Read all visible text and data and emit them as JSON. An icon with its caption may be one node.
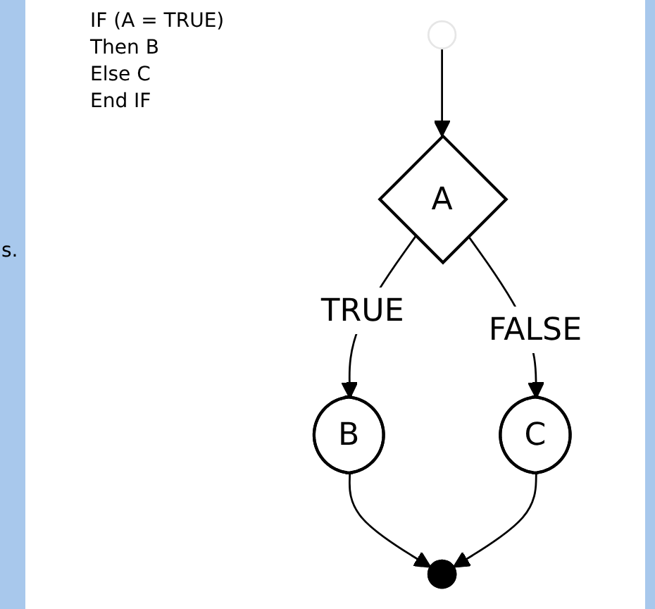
{
  "diagram": {
    "nodes": [
      {
        "text": [],
        "shape": "circle"
      },
      {
        "text": [
          "A"
        ]
      },
      {
        "text": [
          "B"
        ]
      },
      {
        "text": [
          "C"
        ]
      },
      {
        "text": [],
        "shape": "circle"
      }
    ],
    "edges": [
      {
        "from": 0,
        "to": 1,
        "arrow": "to"
      },
      {
        "from": 1,
        "to": 2,
        "arrow": "to",
        "label": "TRUE"
      },
      {
        "from": 1,
        "to": 3,
        "arrow": "to",
        "label": "FALSE"
      },
      {
        "from": 2,
        "to": 4,
        "arrow": "to"
      },
      {
        "from": 3,
        "to": 4,
        "arrow": "to"
      }
    ],
    "labels": [
      "IF (A = TRUE)",
      "Then B",
      "Else C",
      "End IF",
      "s."
    ]
  }
}
